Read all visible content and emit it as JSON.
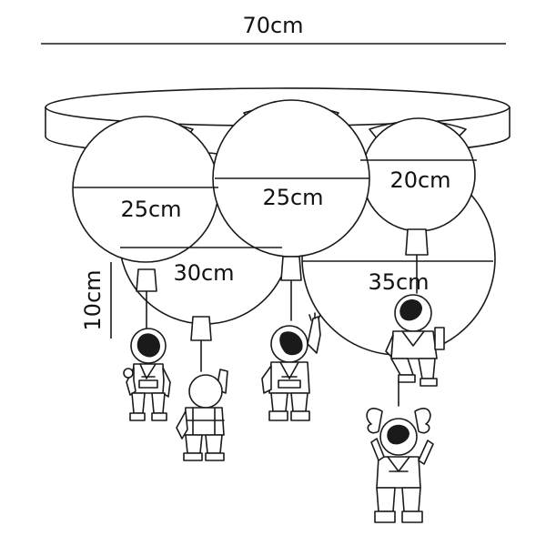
{
  "dimensions": {
    "overall_width": "70cm",
    "drop_height": "10cm",
    "globe_left": "25cm",
    "globe_center": "25cm",
    "globe_right_small": "20cm",
    "globe_back_left": "30cm",
    "globe_back_right": "35cm"
  }
}
